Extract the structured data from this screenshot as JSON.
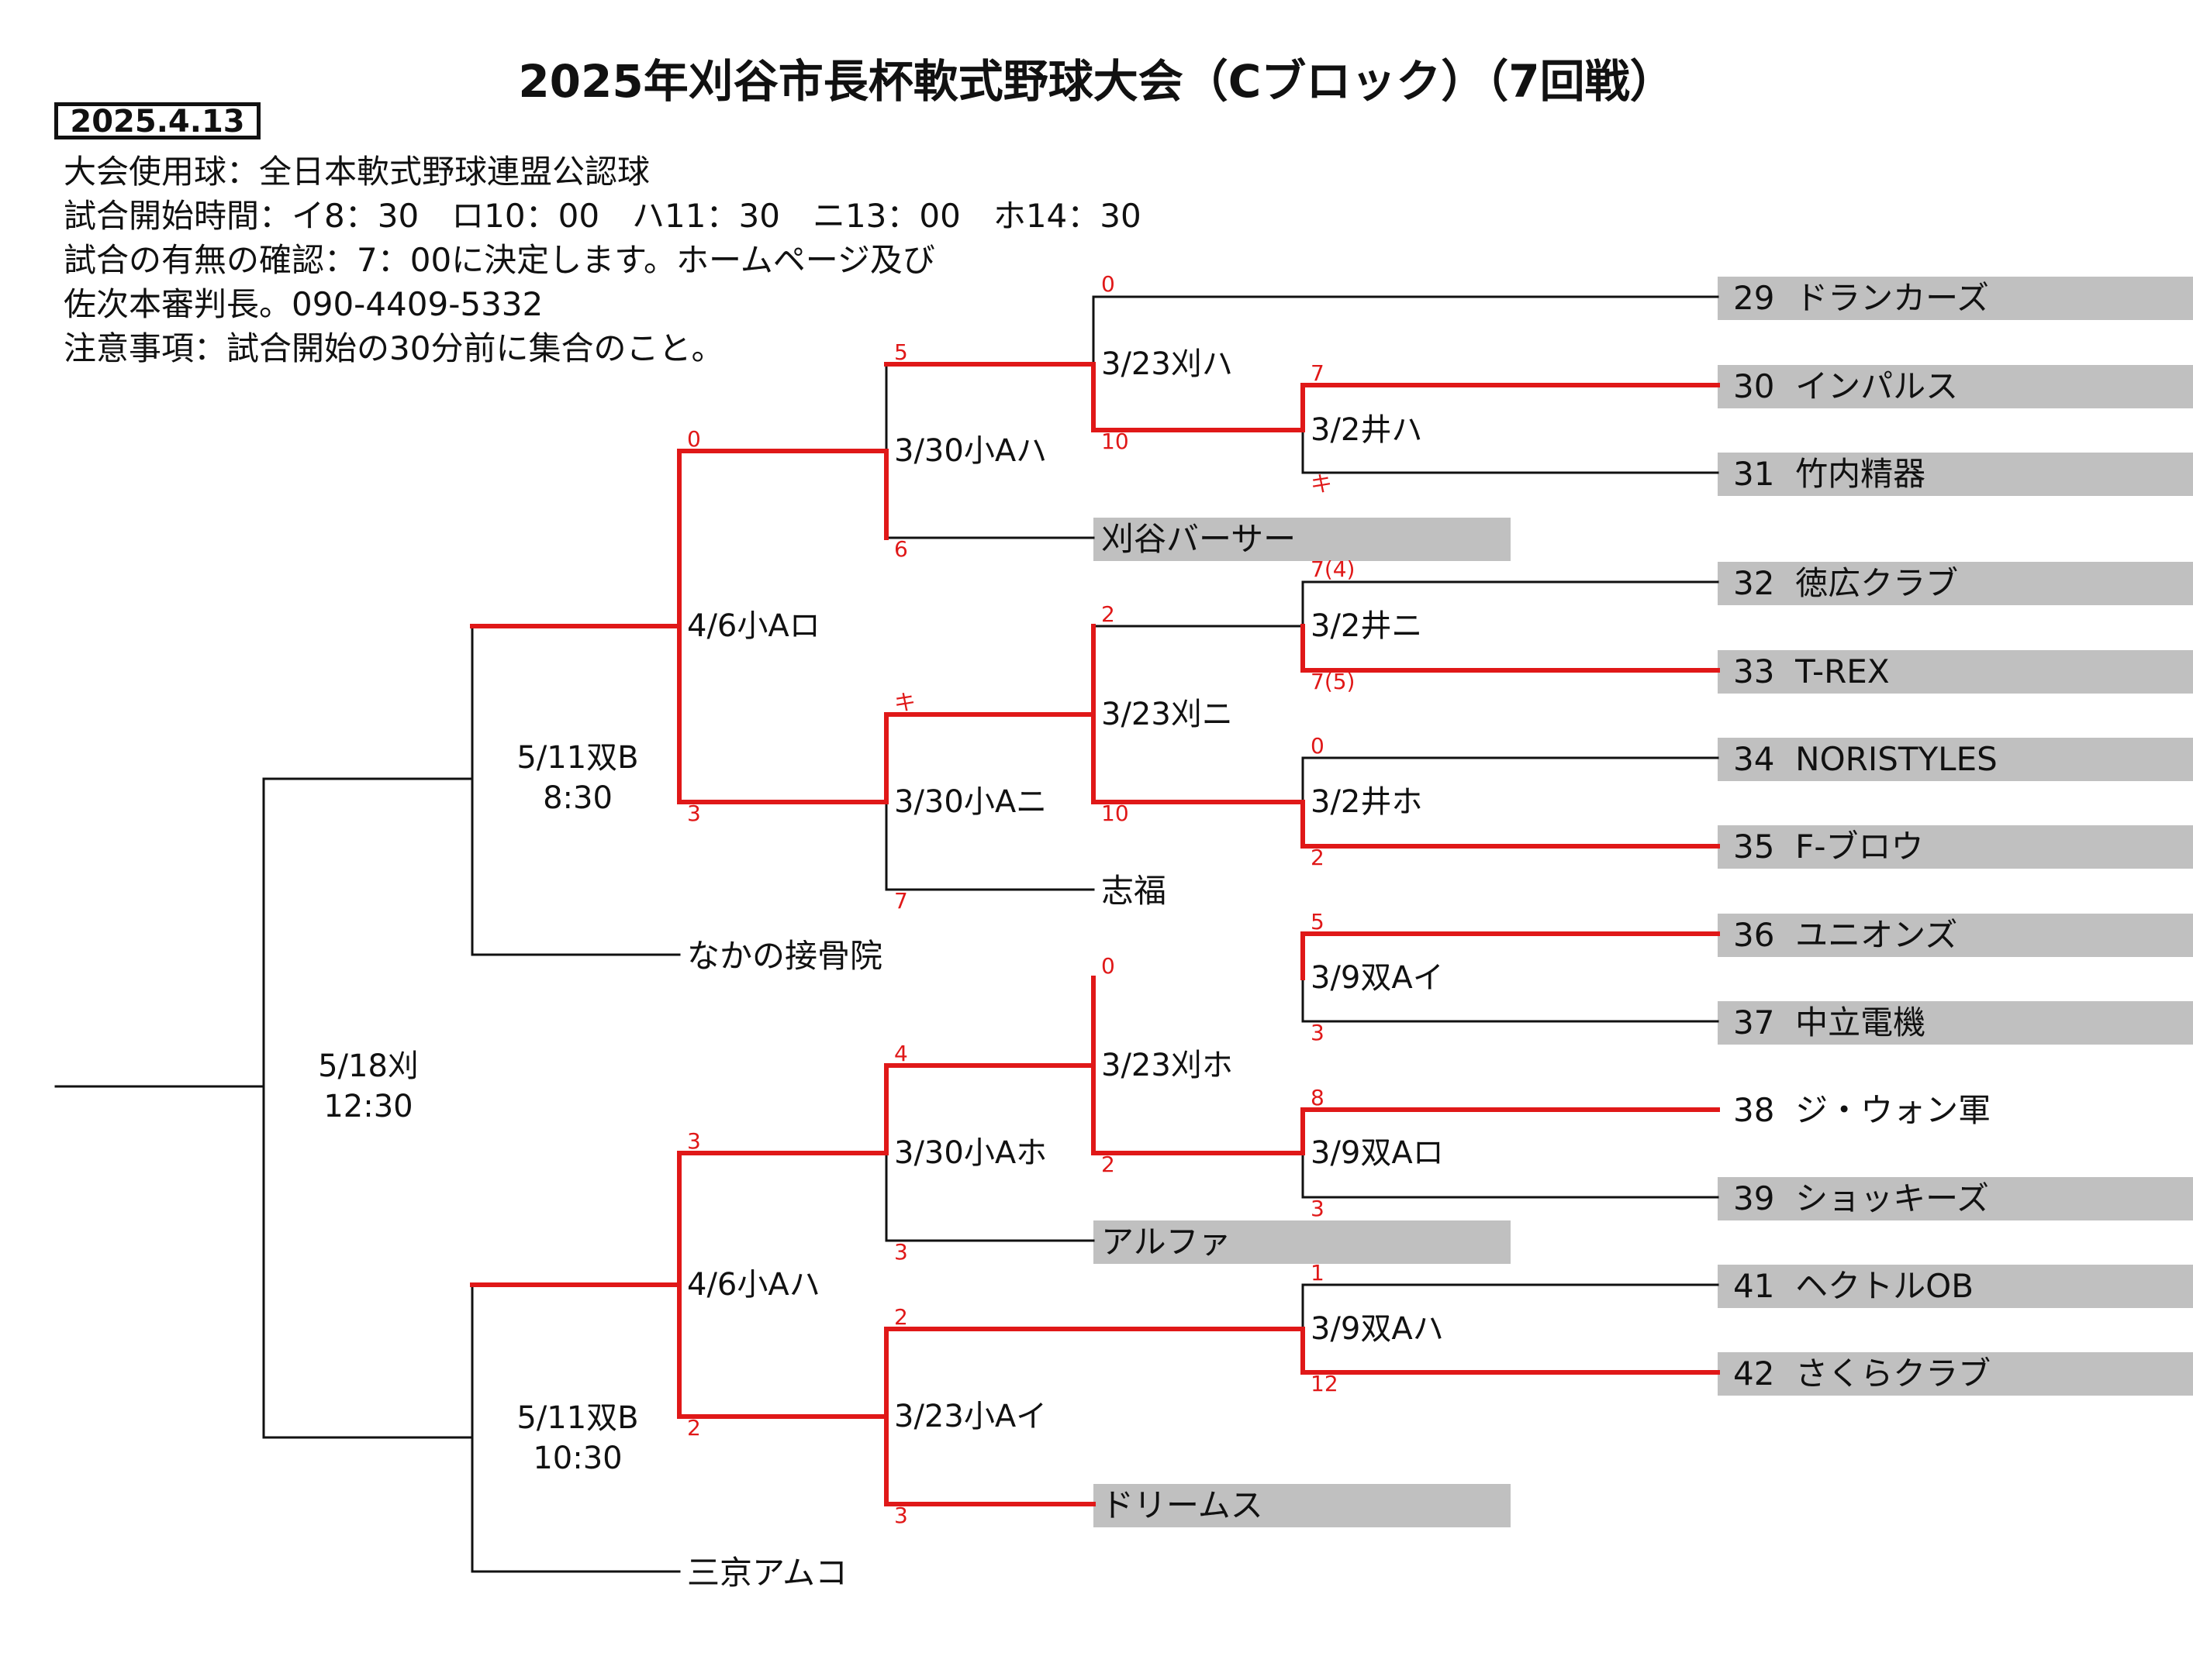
{
  "title": "2025年刈谷市長杯軟式野球大会（Cブロック）（7回戦）",
  "date": "2025.4.13",
  "info": [
    "大会使用球：全日本軟式野球連盟公認球",
    "試合開始時間：イ8：30　ロ10：00　ハ11：30　ニ13：00　ホ14：30",
    "試合の有無の確認：7：00に決定します。ホームページ及び",
    "佐次本審判長。090-4409-5332",
    "注意事項：試合開始の30分前に集合のこと。"
  ],
  "colors": {
    "winner_line": "#e01818",
    "line": "#111111",
    "team_bar": "#c0c0c0",
    "score": "#e01818"
  },
  "teams_right": [
    {
      "no": "29",
      "name": "ドランカーズ"
    },
    {
      "no": "30",
      "name": "インパルス"
    },
    {
      "no": "31",
      "name": "竹内精器"
    },
    {
      "no": "32",
      "name": "徳広クラブ"
    },
    {
      "no": "33",
      "name": "T-REX"
    },
    {
      "no": "34",
      "name": "NORISTYLES"
    },
    {
      "no": "35",
      "name": "F-ブロウ"
    },
    {
      "no": "36",
      "name": "ユニオンズ"
    },
    {
      "no": "37",
      "name": "中立電機"
    },
    {
      "no": "38",
      "name": "ジ・ウォン軍"
    },
    {
      "no": "39",
      "name": "ショッキーズ"
    },
    {
      "no": "41",
      "name": "ヘクトルOB"
    },
    {
      "no": "42",
      "name": "さくらクラブ"
    }
  ],
  "teams_mid": [
    "刈谷バーサー",
    "志福",
    "アルファ",
    "ドリームス"
  ],
  "teams_left": [
    "なかの接骨院",
    "三京アムコ"
  ],
  "matches": {
    "r1_a": "3/2井ハ",
    "r1_b": "3/2井ニ",
    "r1_c": "3/2井ホ",
    "r1_d": "3/9双Aイ",
    "r1_e": "3/9双Aロ",
    "r1_f": "3/9双Aハ",
    "r2_a": "3/23刈ハ",
    "r2_b": "3/23刈ニ",
    "r2_c": "3/23刈ホ",
    "r3_a": "3/30小Aハ",
    "r3_b": "3/30小Aニ",
    "r3_c": "3/30小Aホ",
    "r3_d": "3/23小Aイ",
    "r4_a": "4/6小Aロ",
    "r4_b": "4/6小Aハ",
    "r5_a_date": "5/11双B",
    "r5_a_time": "8:30",
    "r5_b_date": "5/11双B",
    "r5_b_time": "10:30",
    "final_date": "5/18刈",
    "final_time": "12:30"
  },
  "scores": {
    "s29": "0",
    "s2a_bot": "10",
    "s30": "7",
    "s31": "キ",
    "s3a_top": "5",
    "s3a_bot": "6",
    "s4a_top": "0",
    "s4a_bot": "3",
    "s32": "7(4)",
    "s33": "7(5)",
    "s2b_top": "2",
    "s2b_bot": "10",
    "s34": "0",
    "s35": "2",
    "s3b_top": "キ",
    "s3b_bot": "7",
    "s36": "5",
    "s37": "3",
    "s2c_top": "0",
    "s2c_bot": "2",
    "s38": "8",
    "s39": "3",
    "s3c_top": "4",
    "s3c_bot": "3",
    "s4b_top": "3",
    "s4b_bot": "2",
    "s41": "1",
    "s42": "12",
    "s3d_top": "2",
    "s3d_bot": "3"
  }
}
